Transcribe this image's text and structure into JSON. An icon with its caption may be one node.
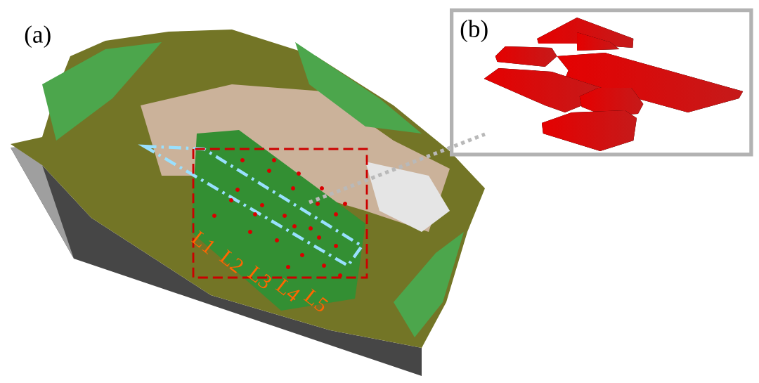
{
  "diagram": {
    "nodes": [
      {
        "text": [
          "(b)"
        ]
      },
      {
        "text": [],
        "shape": "picture",
        "in": 0
      }
    ],
    "edges": [
      {
        "from": null,
        "to": 1,
        "arrow": "none",
        "style": "dashed"
      }
    ],
    "labels": [
      "(a)",
      "L1",
      "L2",
      "L3",
      "L4",
      "L5"
    ]
  }
}
